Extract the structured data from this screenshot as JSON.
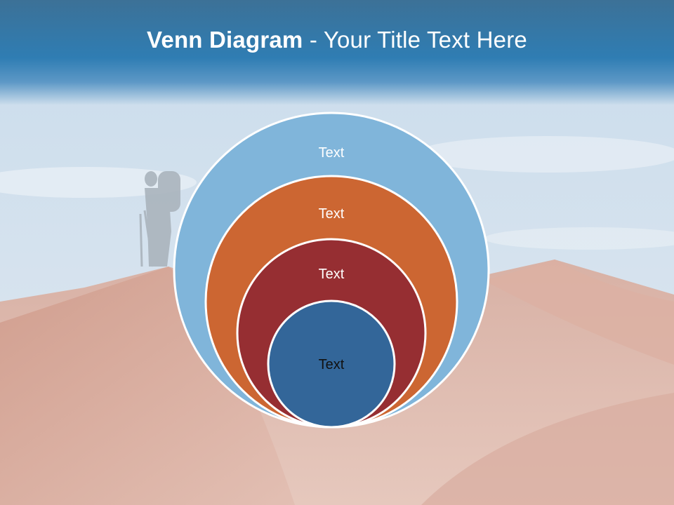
{
  "slide": {
    "title_bold": "Venn Diagram",
    "title_rest": " - Your Title Text Here"
  },
  "diagram": {
    "rings": [
      {
        "label": "Text",
        "color": "#80b5da",
        "text_color": "#ffffff"
      },
      {
        "label": "Text",
        "color": "#cc6632",
        "text_color": "#ffffff"
      },
      {
        "label": "Text",
        "color": "#962e32",
        "text_color": "#ffffff"
      },
      {
        "label": "Text",
        "color": "#336699",
        "text_color": "#111111"
      }
    ]
  },
  "colors": {
    "header": "#2f7db3",
    "ring_outline": "#ffffff"
  }
}
